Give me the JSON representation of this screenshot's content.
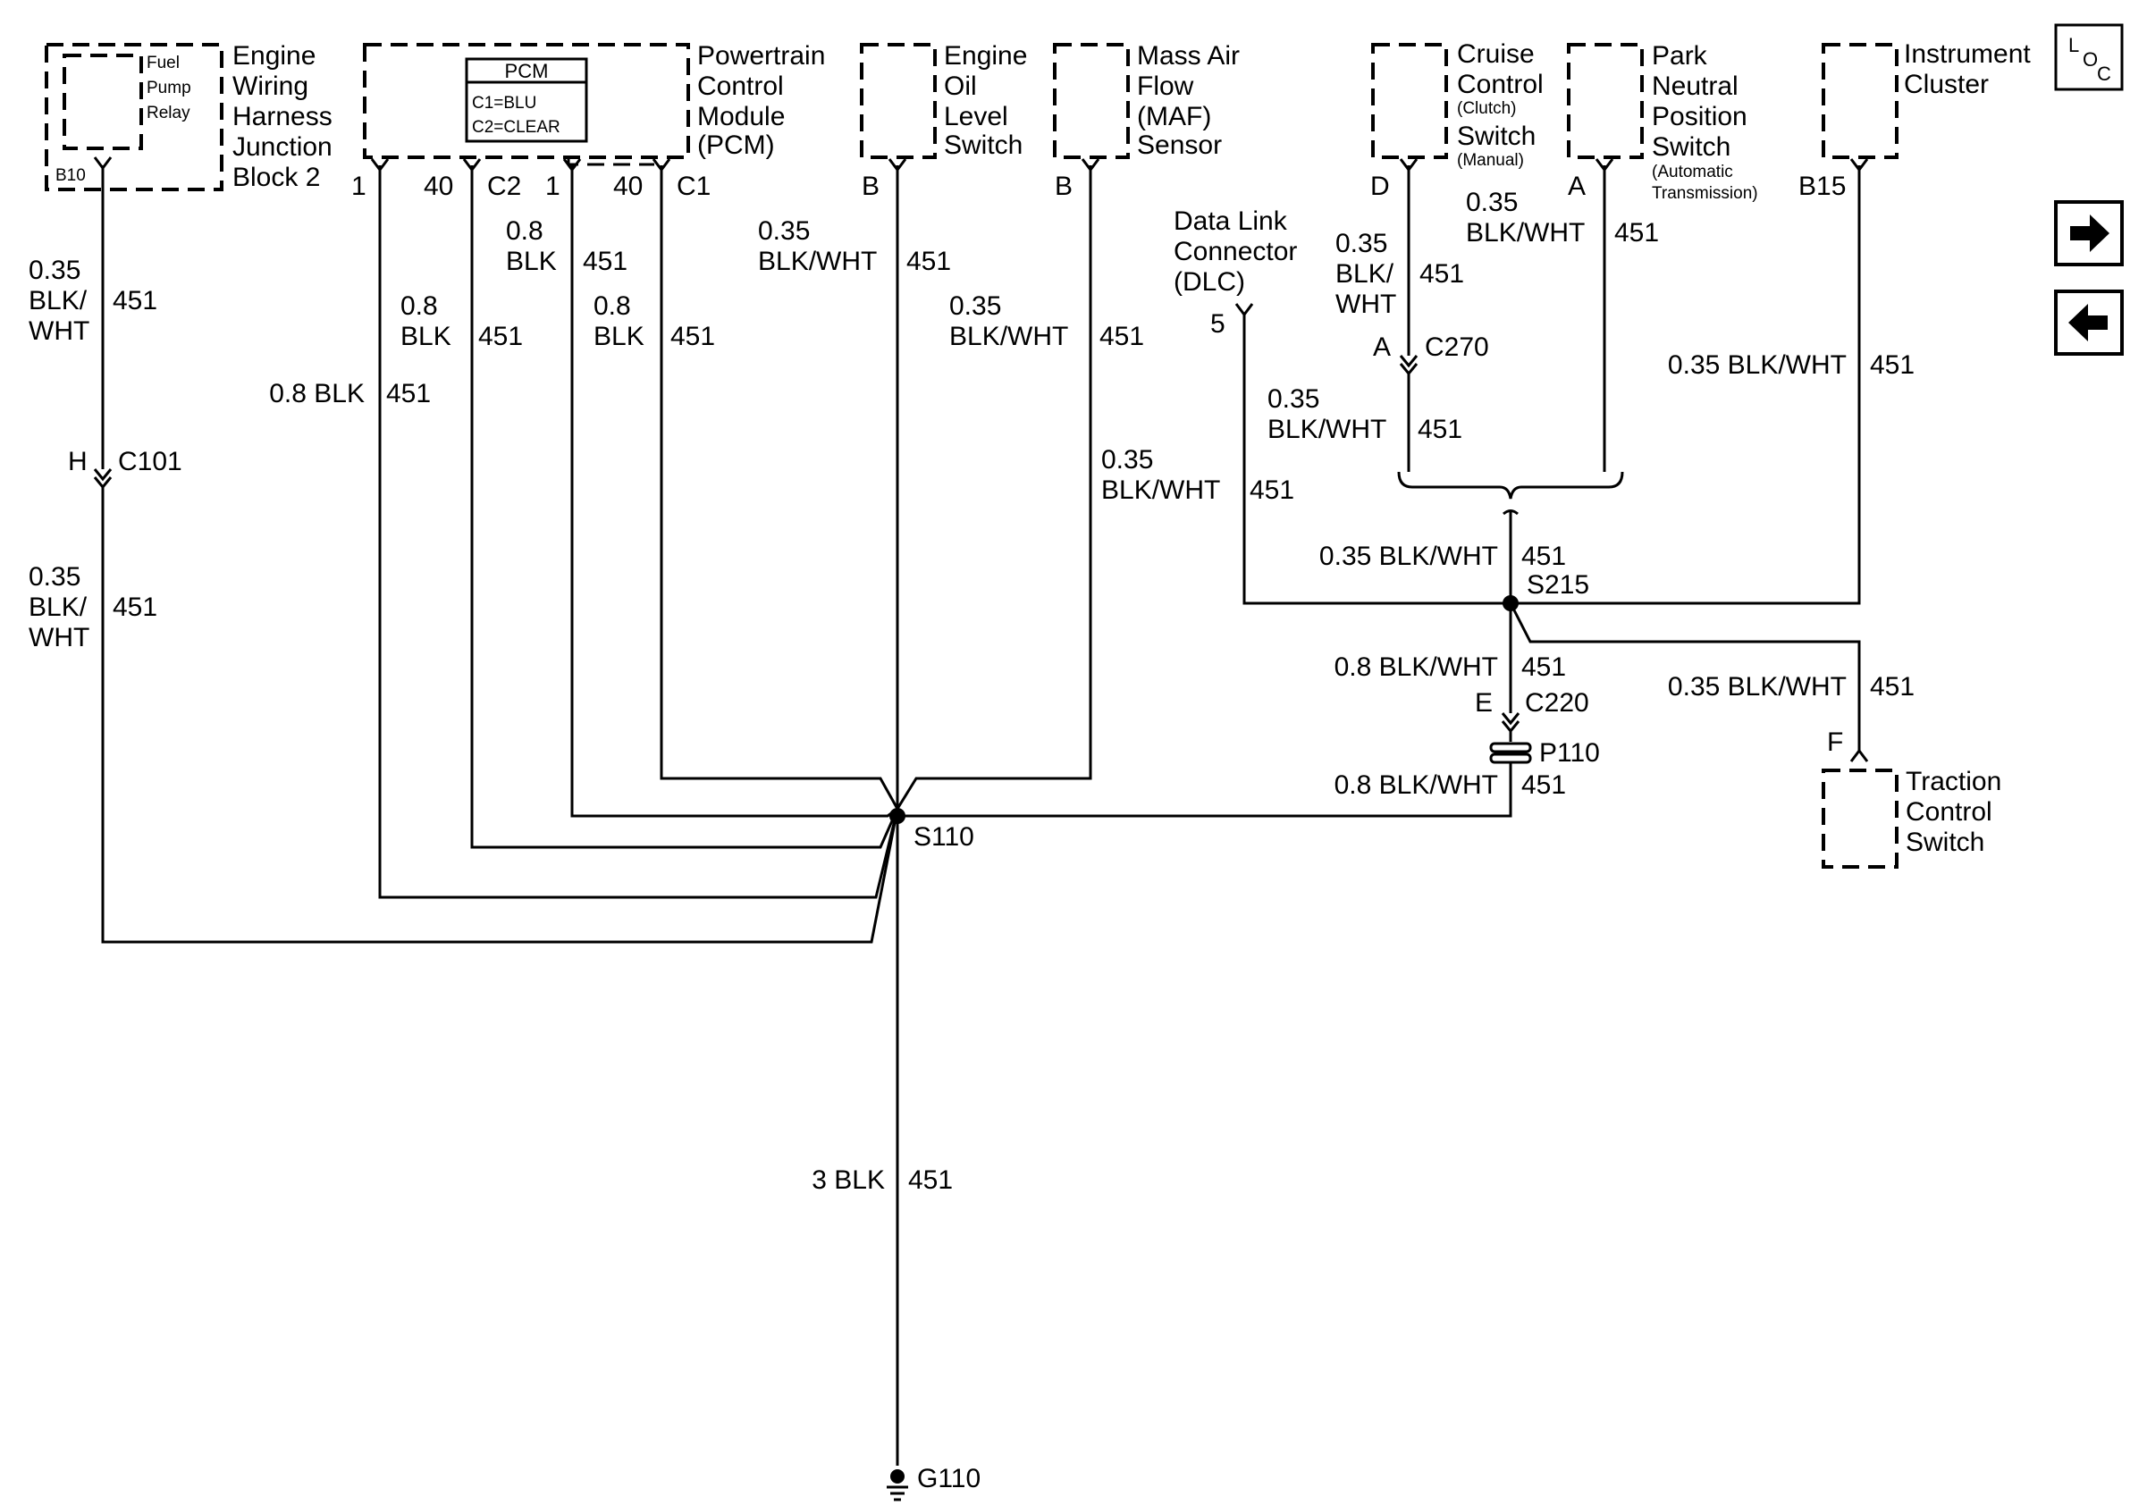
{
  "components": {
    "ewhjb": {
      "label": [
        "Engine",
        "Wiring",
        "Harness",
        "Junction",
        "Block 2"
      ],
      "inner": [
        "Fuel",
        "Pump",
        "Relay"
      ],
      "pin": "B10"
    },
    "pcm": {
      "label": [
        "Powertrain",
        "Control",
        "Module",
        "(PCM)"
      ],
      "header": "PCM",
      "inner": [
        "C1=BLU",
        "C2=CLEAR"
      ],
      "pins": [
        "1",
        "40",
        "C2",
        "1",
        "40",
        "C1"
      ]
    },
    "eols": {
      "label": [
        "Engine",
        "Oil",
        "Level",
        "Switch"
      ],
      "pin": "B"
    },
    "maf": {
      "label": [
        "Mass Air",
        "Flow",
        "(MAF)",
        "Sensor"
      ],
      "pin": "B"
    },
    "dlc": {
      "label": [
        "Data Link",
        "Connector",
        "(DLC)"
      ],
      "pin": "5"
    },
    "cruise": {
      "label": [
        "Cruise",
        "Control"
      ],
      "sub1": "(Clutch)",
      "label2": "Switch",
      "sub2": "(Manual)",
      "pin": "D"
    },
    "pnp": {
      "label": [
        "Park",
        "Neutral",
        "Position",
        "Switch"
      ],
      "sub": [
        "(Automatic",
        "Transmission)"
      ],
      "pin": "A"
    },
    "ic": {
      "label": [
        "Instrument",
        "Cluster"
      ],
      "pin": "B15"
    },
    "tcs": {
      "label": [
        "Traction",
        "Control",
        "Switch"
      ],
      "pin": "F"
    },
    "ground": {
      "label": "G110"
    }
  },
  "splices": {
    "s110": "S110",
    "s215": "S215"
  },
  "connectors": {
    "c101": {
      "pin": "H",
      "name": "C101"
    },
    "c270": {
      "pin": "A",
      "name": "C270"
    },
    "c220": {
      "pin": "E",
      "name": "C220"
    },
    "p110": {
      "name": "P110"
    }
  },
  "wires": {
    "w_b10_top": {
      "size": "0.35",
      "color": [
        "BLK/",
        "WHT"
      ],
      "circuit": "451"
    },
    "w_b10_bot": {
      "size": "0.35",
      "color": [
        "BLK/",
        "WHT"
      ],
      "circuit": "451"
    },
    "w_pcm_c2_1": {
      "label": "0.8 BLK",
      "circuit": "451"
    },
    "w_pcm_c2_40": {
      "size": "0.8",
      "color": "BLK",
      "circuit": "451"
    },
    "w_pcm_c1_1": {
      "size": "0.8",
      "color": "BLK",
      "circuit": "451"
    },
    "w_pcm_c1_40": {
      "size": "0.8",
      "color": "BLK",
      "circuit": "451"
    },
    "w_eols": {
      "size": "0.35",
      "color": "BLK/WHT",
      "circuit": "451"
    },
    "w_maf_top": {
      "size": "0.35",
      "color": "BLK/WHT",
      "circuit": "451"
    },
    "w_maf_bot": {
      "size": "0.35",
      "color": "BLK/WHT",
      "circuit": "451"
    },
    "w_cruise": {
      "size": "0.35",
      "color": [
        "BLK/",
        "WHT"
      ],
      "circuit": "451"
    },
    "w_c270": {
      "size": "0.35",
      "color": "BLK/WHT",
      "circuit": "451"
    },
    "w_pnp": {
      "size": "0.35",
      "color": "BLK/WHT",
      "circuit": "451"
    },
    "w_ic": {
      "label": "0.35 BLK/WHT",
      "circuit": "451"
    },
    "w_s215_top": {
      "label": "0.35 BLK/WHT",
      "circuit": "451"
    },
    "w_s215_c220": {
      "label": "0.8 BLK/WHT",
      "circuit": "451"
    },
    "w_tcs": {
      "label": "0.35 BLK/WHT",
      "circuit": "451"
    },
    "w_p110": {
      "label": "0.8 BLK/WHT",
      "circuit": "451"
    },
    "w_ground": {
      "label": "3 BLK",
      "circuit": "451"
    }
  },
  "nav": {
    "loc_l": "L",
    "loc_o": "O",
    "loc_c": "C",
    "next_icon": "arrow-right-icon",
    "prev_icon": "arrow-left-icon"
  }
}
